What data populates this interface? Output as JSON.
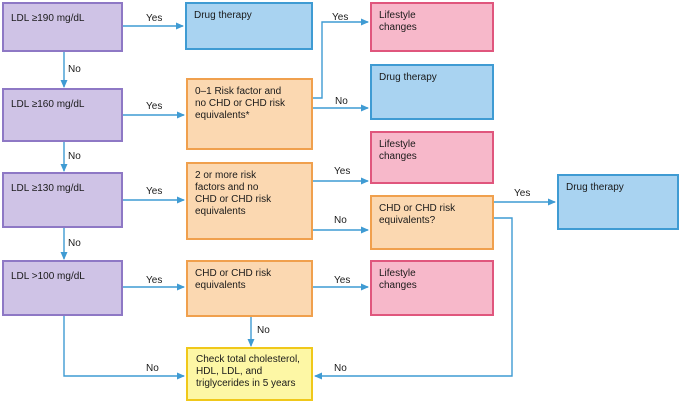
{
  "colors": {
    "ldl_fill": "#cfc3e6",
    "ldl_border": "#8e78c5",
    "drug_fill": "#a9d3f1",
    "drug_border": "#3f9bd3",
    "lifestyle_fill": "#f7b8ca",
    "lifestyle_border": "#e0567d",
    "condition_fill": "#fbd8b1",
    "condition_border": "#f0a04d",
    "final_fill": "#fdf7a5",
    "final_border": "#f0c81a",
    "arrow": "#3f9bd3"
  },
  "nodes": {
    "ldl190": "LDL ≥190 mg/dL",
    "ldl160": "LDL ≥160 mg/dL",
    "ldl130": "LDL ≥130 mg/dL",
    "ldl100": "LDL >100 mg/dL",
    "drug1": "Drug therapy",
    "drug2": "Drug therapy",
    "drug3": "Drug therapy",
    "life1": "Lifestyle\nchanges",
    "life2": "Lifestyle\nchanges",
    "life3": "Lifestyle\nchanges",
    "risk01": "0–1 Risk factor and\nno CHD or CHD risk\nequivalents*",
    "risk2": "2 or more risk\nfactors and no\nCHD or CHD risk\nequivalents",
    "chdq": "CHD or CHD risk\nequivalents?",
    "chd": "CHD or CHD risk\nequivalents",
    "check": "Check total cholesterol,\nHDL, LDL, and\ntriglycerides in 5 years"
  },
  "labels": {
    "yes_190": "Yes",
    "no_190": "No",
    "yes_160": "Yes",
    "no_160": "No",
    "yes_130": "Yes",
    "no_130": "No",
    "yes_100": "Yes",
    "no_100": "No",
    "yes_risk01": "Yes",
    "no_risk01": "No",
    "yes_risk2": "Yes",
    "no_risk2": "No",
    "yes_chdq": "Yes",
    "no_chdq": "No",
    "yes_chd": "Yes",
    "no_chd": "No"
  }
}
